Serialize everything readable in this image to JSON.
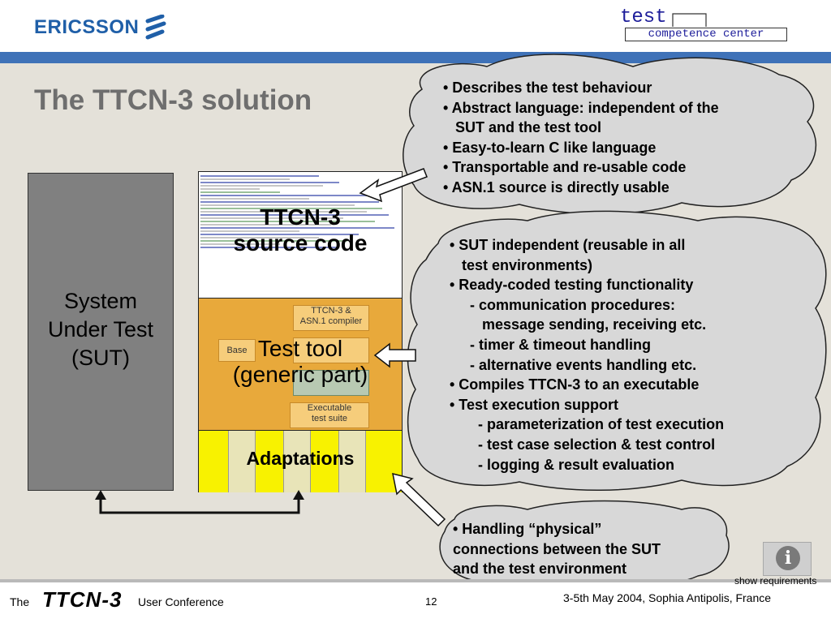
{
  "header": {
    "brand": "ERICSSON",
    "test_label": "test",
    "competence_label": "competence center",
    "brand_color": "#1f5fa8",
    "band_color": "#3f72b8"
  },
  "slide": {
    "title": "The TTCN-3 solution",
    "sut_label": "System\nUnder Test\n(SUT)",
    "source_overlay": "TTCN-3\nsource code",
    "tool_overlay": "Test tool\n(generic part)",
    "adaptations_label": "Adaptations",
    "inner_boxes": {
      "compiler": "TTCN-3 &\nASN.1 compiler",
      "base": "Base",
      "executable": "Executable\ntest suite"
    },
    "clouds": {
      "top": "• Describes the test behaviour\n• Abstract language: independent of the\n   SUT and the test tool\n• Easy-to-learn C like language\n• Transportable and re-usable code\n• ASN.1 source is directly usable",
      "middle": "• SUT independent (reusable in all\n   test environments)\n• Ready-coded testing functionality\n     - communication procedures:\n        message sending, receiving etc.\n     - timer & timeout handling\n     - alternative events handling etc.\n• Compiles TTCN-3 to an executable\n• Test execution support\n       - parameterization of test execution\n       - test case selection & test control\n       - logging & result evaluation",
      "bottom": "• Handling “physical”\nconnections between the SUT\nand the test environment"
    }
  },
  "footer": {
    "the": "The",
    "logo": "TTCN-3",
    "conference": "User Conference",
    "page": "12",
    "date": "3-5th May 2004, Sophia Antipolis, France",
    "show_requirements": "show requirements",
    "info_icon": "info-icon"
  }
}
